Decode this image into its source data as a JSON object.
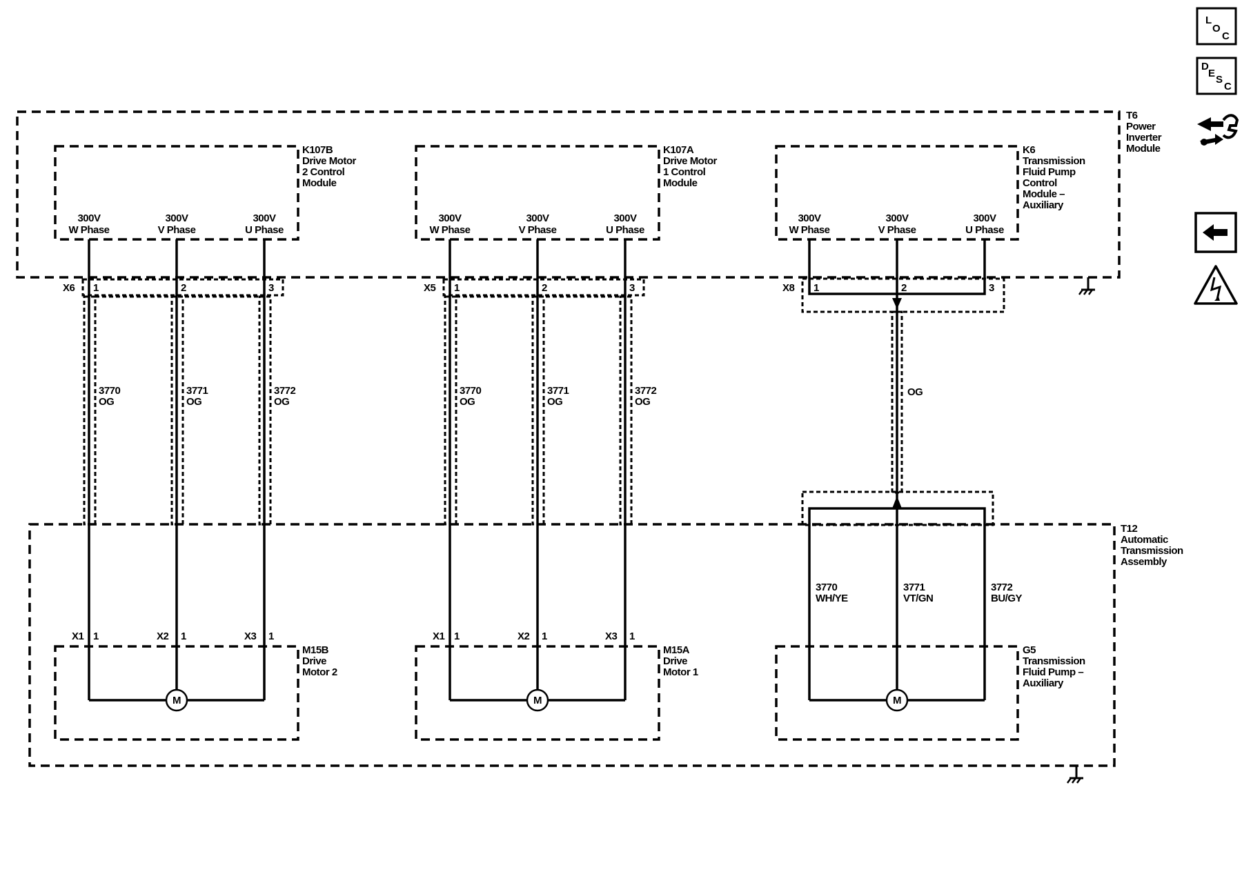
{
  "colors": {
    "ink": "#000000",
    "background": "#ffffff"
  },
  "side_icons": [
    {
      "name": "location-icon",
      "glyphs": [
        "L",
        "O",
        "C"
      ]
    },
    {
      "name": "description-icon",
      "glyphs": [
        "D",
        "E",
        "S",
        "C"
      ]
    },
    {
      "name": "connector-service-icon"
    },
    {
      "name": "back-arrow-icon"
    },
    {
      "name": "high-voltage-warning-icon"
    }
  ],
  "inverter": {
    "id": "T6",
    "lines": [
      "Power",
      "Inverter",
      "Module"
    ],
    "ground": "chassis-ground-icon"
  },
  "transmission": {
    "id": "T12",
    "lines": [
      "Automatic",
      "Transmission",
      "Assembly"
    ],
    "ground": "chassis-ground-icon"
  },
  "sections": [
    {
      "key": "k107b",
      "module": {
        "id": "K107B",
        "lines": [
          "Drive Motor",
          "2 Control",
          "Module"
        ]
      },
      "phases": [
        {
          "volt": "300V",
          "phase": "W Phase"
        },
        {
          "volt": "300V",
          "phase": "V Phase"
        },
        {
          "volt": "300V",
          "phase": "U Phase"
        }
      ],
      "connector": "X6",
      "pins": [
        "1",
        "2",
        "3"
      ],
      "wires": [
        {
          "circuit": "3770",
          "color": "OG"
        },
        {
          "circuit": "3771",
          "color": "OG"
        },
        {
          "circuit": "3772",
          "color": "OG"
        }
      ],
      "motor_connectors": [
        {
          "conn": "X1",
          "pin": "1"
        },
        {
          "conn": "X2",
          "pin": "1"
        },
        {
          "conn": "X3",
          "pin": "1"
        }
      ],
      "device": {
        "id": "M15B",
        "lines": [
          "Drive",
          "Motor 2"
        ]
      },
      "motor_symbol": "M"
    },
    {
      "key": "k107a",
      "module": {
        "id": "K107A",
        "lines": [
          "Drive Motor",
          "1 Control",
          "Module"
        ]
      },
      "phases": [
        {
          "volt": "300V",
          "phase": "W Phase"
        },
        {
          "volt": "300V",
          "phase": "V Phase"
        },
        {
          "volt": "300V",
          "phase": "U Phase"
        }
      ],
      "connector": "X5",
      "pins": [
        "1",
        "2",
        "3"
      ],
      "wires": [
        {
          "circuit": "3770",
          "color": "OG"
        },
        {
          "circuit": "3771",
          "color": "OG"
        },
        {
          "circuit": "3772",
          "color": "OG"
        }
      ],
      "motor_connectors": [
        {
          "conn": "X1",
          "pin": "1"
        },
        {
          "conn": "X2",
          "pin": "1"
        },
        {
          "conn": "X3",
          "pin": "1"
        }
      ],
      "device": {
        "id": "M15A",
        "lines": [
          "Drive",
          "Motor 1"
        ]
      },
      "motor_symbol": "M"
    },
    {
      "key": "k6",
      "module": {
        "id": "K6",
        "lines": [
          "Transmission",
          "Fluid Pump",
          "Control",
          "Module –",
          "Auxiliary"
        ]
      },
      "phases": [
        {
          "volt": "300V",
          "phase": "W Phase"
        },
        {
          "volt": "300V",
          "phase": "V Phase"
        },
        {
          "volt": "300V",
          "phase": "U Phase"
        }
      ],
      "connector": "X8",
      "pins": [
        "1",
        "2",
        "3"
      ],
      "harness_color": "OG",
      "wires": [
        {
          "circuit": "3770",
          "color": "WH/YE"
        },
        {
          "circuit": "3771",
          "color": "VT/GN"
        },
        {
          "circuit": "3772",
          "color": "BU/GY"
        }
      ],
      "device": {
        "id": "G5",
        "lines": [
          "Transmission",
          "Fluid Pump –",
          "Auxiliary"
        ]
      },
      "motor_symbol": "M"
    }
  ]
}
